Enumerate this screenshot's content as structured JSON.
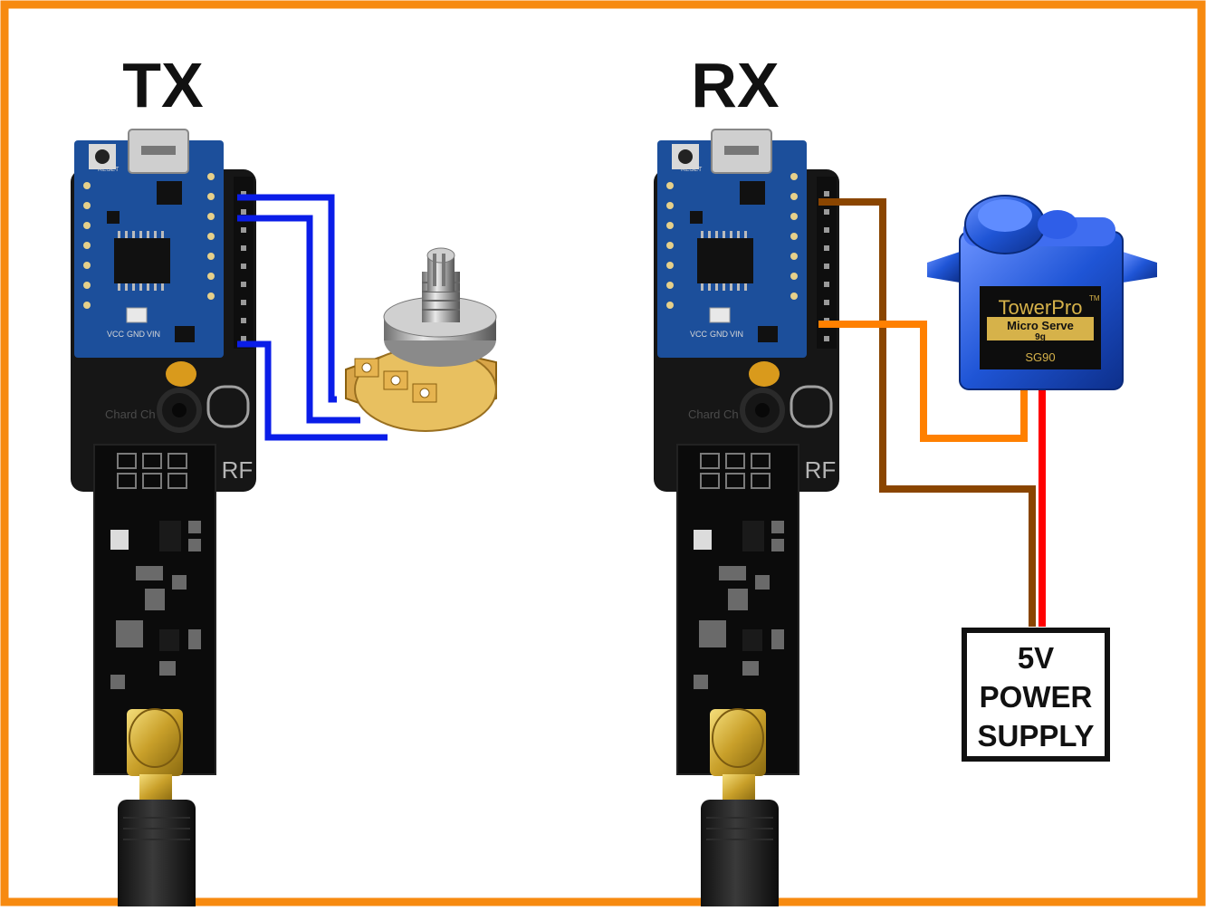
{
  "diagram": {
    "frame_color": "#f78a10",
    "tx_title": "TX",
    "rx_title": "RX",
    "board_rf_label": "RF",
    "board_pin_labels": [
      "VCC",
      "GND",
      "VIN"
    ],
    "board_reset_label": "RESET",
    "board_logo_text": "Chard Ch",
    "servo_brand": "TowerPro",
    "servo_tm": "TM",
    "servo_line2": "Micro Serve",
    "servo_line3": "9g",
    "servo_model": "SG90",
    "power_supply_lines": [
      "5V",
      "POWER",
      "SUPPLY"
    ],
    "colors": {
      "potentiometer_wires": "#0a1de8",
      "servo_signal_wire": "#ff8000",
      "servo_ground_wire": "#8a4500",
      "servo_power_wire": "#ff0000",
      "board_pcb": "#1c4f9b",
      "board_carrier": "#161616",
      "servo_body": "#1f55d6"
    }
  }
}
